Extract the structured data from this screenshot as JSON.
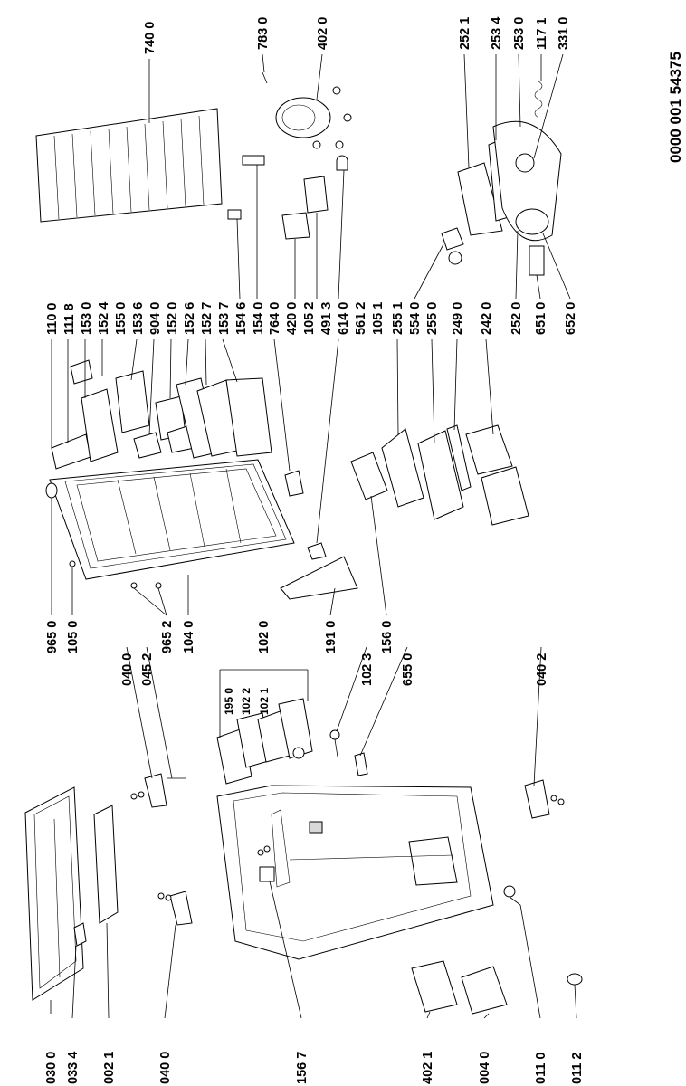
{
  "document_number": "0000 001 54375",
  "labels_left": [
    "030 0",
    "033 4",
    "002 1",
    "040 0",
    "156 7",
    "402 1",
    "004 0",
    "011 0",
    "011 2"
  ],
  "labels_mid_left": [
    "965 0",
    "105 0",
    "040 0",
    "045 2",
    "965 2",
    "104 0",
    "102 0",
    "195 0",
    "102 2",
    "102 1",
    "191 0",
    "102 3",
    "156 0",
    "655 0",
    "040 2"
  ],
  "labels_mid": [
    "110 0",
    "111 8",
    "153 0",
    "152 4",
    "155 0",
    "153 6",
    "904 0",
    "152 0",
    "152 6",
    "152 7",
    "153 7",
    "154 6",
    "154 0",
    "764 0",
    "420 0",
    "105 2",
    "491 3",
    "614 0",
    "561 2",
    "105 1",
    "255 1",
    "554 0",
    "255 0",
    "249 0",
    "242 0",
    "252 0",
    "651 0",
    "652 0"
  ],
  "labels_top": [
    "740 0",
    "783 0",
    "402 0",
    "252 1",
    "253 4",
    "253 0",
    "117 1",
    "331 0"
  ]
}
